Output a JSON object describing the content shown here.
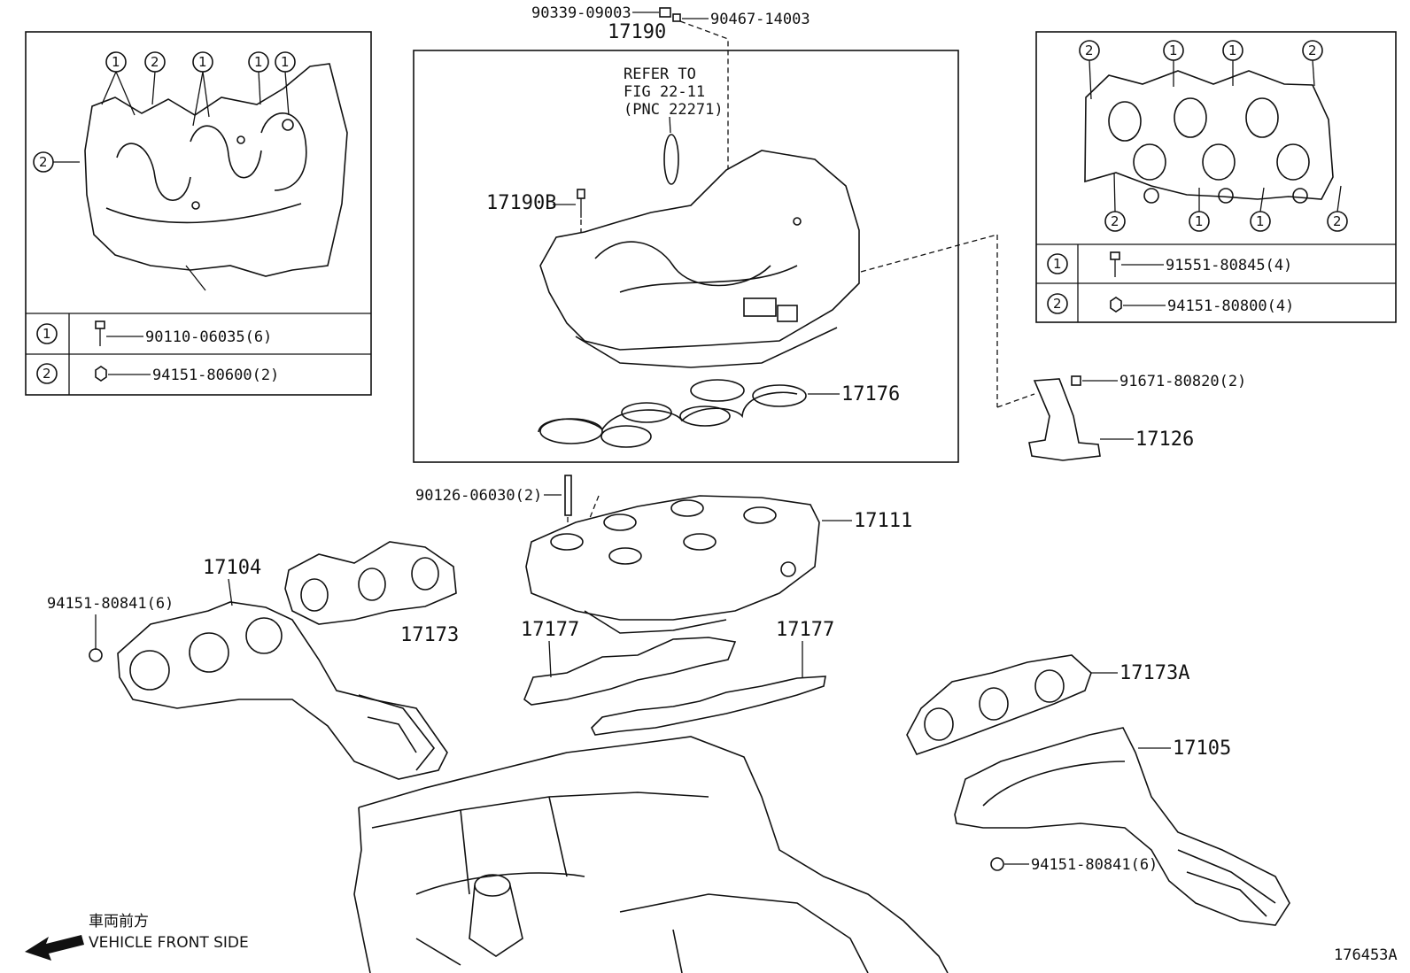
{
  "legend_left": {
    "row1": {
      "index": "1",
      "part": "90110-06035(6)"
    },
    "row2": {
      "index": "2",
      "part": "94151-80600(2)"
    }
  },
  "legend_right": {
    "row1": {
      "index": "1",
      "part": "91551-80845(4)"
    },
    "row2": {
      "index": "2",
      "part": "94151-80800(4)"
    }
  },
  "labels": {
    "p90339": "90339-09003",
    "p90467": "90467-14003",
    "p17190": "17190",
    "refer1": "REFER TO",
    "refer2": "FIG 22-11",
    "refer3": "(PNC 22271)",
    "p17190B": "17190B",
    "p17176": "17176",
    "p91671": "91671-80820(2)",
    "p17126": "17126",
    "p90126": "90126-06030(2)",
    "p17111": "17111",
    "p17104": "17104",
    "p94151a": "94151-80841(6)",
    "p17173": "17173",
    "p17177a": "17177",
    "p17177b": "17177",
    "p17173A": "17173A",
    "p17105": "17105",
    "p94151b": "94151-80841(6)",
    "front_jp": "車両前方",
    "front_en": "VEHICLE FRONT SIDE",
    "fig_id": "176453A"
  },
  "callouts": {
    "one": "1",
    "two": "2"
  }
}
